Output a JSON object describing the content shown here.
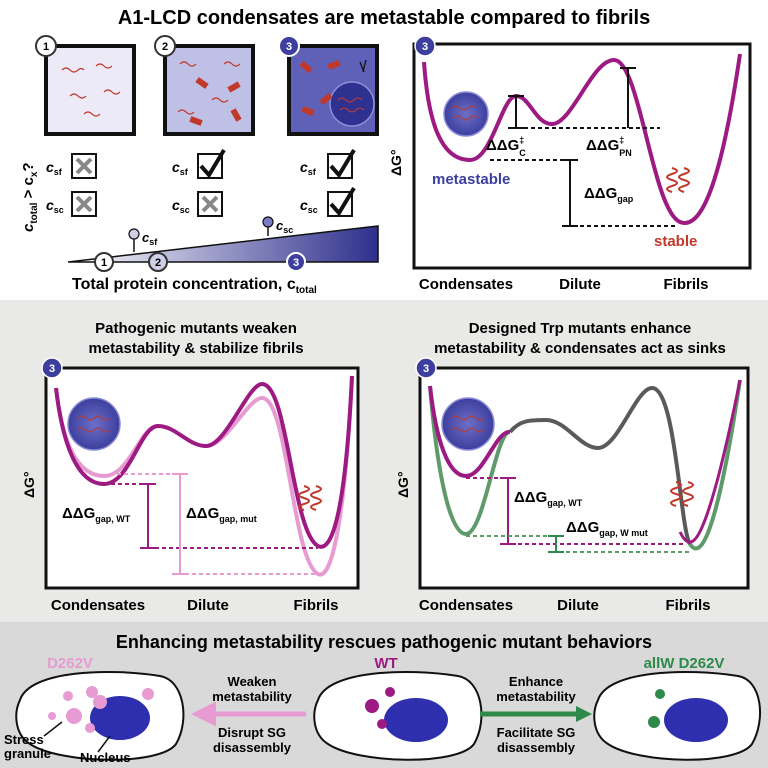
{
  "colors": {
    "purple": "#9c1a82",
    "pink": "#e89ad2",
    "green": "#5f9a6b",
    "gray": "#5a5a5a",
    "navy": "#2e2f8c",
    "red_fibril": "#c0392b",
    "panel_bg_gray": "#e9e9e7",
    "band_bg": "#d9d9d9"
  },
  "top": {
    "title": "A1-LCD condensates are metastable compared to fibrils",
    "states": [
      "1",
      "2",
      "3"
    ],
    "question_label": "c",
    "question_sub": "total",
    "question_rest": " > c",
    "question_sub2": "x",
    "question_mark": "?",
    "csf_label": "c",
    "csf_sub": "sf",
    "csc_label": "c",
    "csc_sub": "sc",
    "axis_label": "Total protein concentration, c",
    "axis_sub": "total",
    "check_rows": [
      {
        "sf": false,
        "sc": false
      },
      {
        "sf": true,
        "sc": false
      },
      {
        "sf": true,
        "sc": true
      }
    ]
  },
  "energy_main": {
    "badge": "3",
    "ylabel": "ΔG°",
    "x_labels": [
      "Condensates",
      "Dilute",
      "Fibrils"
    ],
    "metastable": "metastable",
    "stable": "stable",
    "ddg_c": "ΔΔG",
    "ddg_c_sup": "‡",
    "ddg_c_sub": "C",
    "ddg_pn": "ΔΔG",
    "ddg_pn_sup": "‡",
    "ddg_pn_sub": "PN",
    "ddg_gap": "ΔΔG",
    "ddg_gap_sub": "gap"
  },
  "panel_patho": {
    "title_line1": "Pathogenic mutants weaken",
    "title_line2": "metastability & stabilize fibrils",
    "badge": "3",
    "ylabel": "ΔG°",
    "x_labels": [
      "Condensates",
      "Dilute",
      "Fibrils"
    ],
    "ddg_wt": "ΔΔG",
    "ddg_wt_sub": "gap, WT",
    "ddg_mut": "ΔΔG",
    "ddg_mut_sub": "gap, mut"
  },
  "panel_trp": {
    "title_line1": "Designed Trp mutants enhance",
    "title_line2": "metastability & condensates act as sinks",
    "badge": "3",
    "ylabel": "ΔG°",
    "x_labels": [
      "Condensates",
      "Dilute",
      "Fibrils"
    ],
    "ddg_wt": "ΔΔG",
    "ddg_wt_sub": "gap, WT",
    "ddg_wmut": "ΔΔG",
    "ddg_wmut_sub": "gap, W mut"
  },
  "bottom": {
    "title": "Enhancing metastability rescues pathogenic mutant behaviors",
    "cell_left_label": "D262V",
    "cell_mid_label": "WT",
    "cell_right_label": "allW D262V",
    "left_arrow_top1": "Weaken",
    "left_arrow_top2": "metastability",
    "left_arrow_bot1": "Disrupt SG",
    "left_arrow_bot2": "disassembly",
    "right_arrow_top1": "Enhance",
    "right_arrow_top2": "metastability",
    "right_arrow_bot1": "Facilitate SG",
    "right_arrow_bot2": "disassembly",
    "stress1": "Stress",
    "stress2": "granule",
    "nucleus": "Nucleus"
  }
}
